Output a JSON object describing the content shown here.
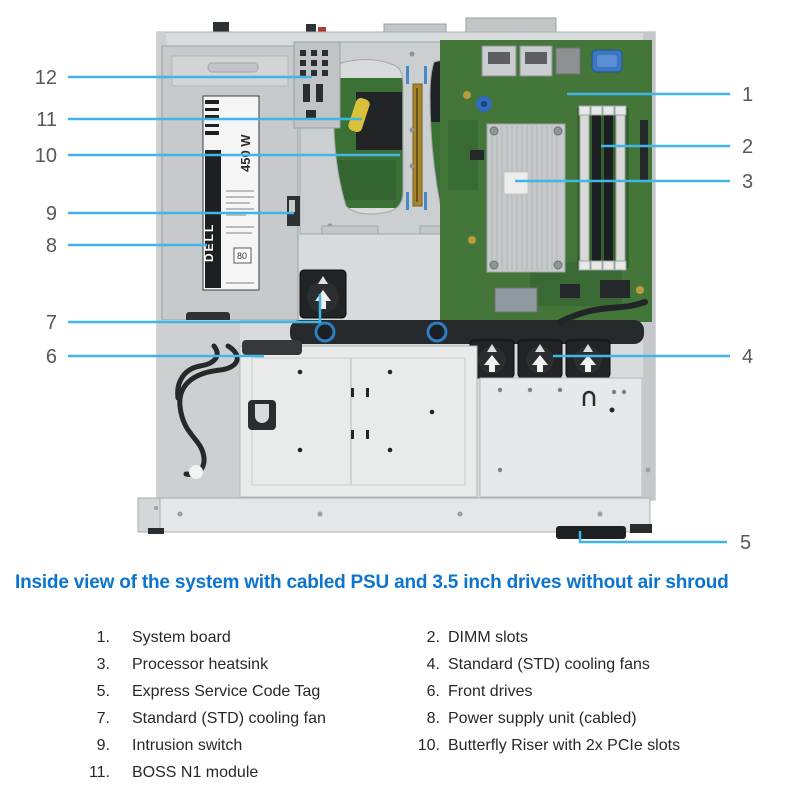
{
  "figure": {
    "caption": "Inside view of the system with cabled PSU and 3.5 inch drives without air shroud",
    "psu": {
      "brand": "DELL",
      "wattage": "450 W",
      "cert": "80"
    },
    "callouts": {
      "left": [
        {
          "number": "12"
        },
        {
          "number": "11"
        },
        {
          "number": "10"
        },
        {
          "number": "9"
        },
        {
          "number": "8"
        },
        {
          "number": "7"
        },
        {
          "number": "6"
        }
      ],
      "right": [
        {
          "number": "1"
        },
        {
          "number": "2"
        },
        {
          "number": "3"
        },
        {
          "number": "4"
        },
        {
          "number": "5"
        }
      ]
    }
  },
  "legend": {
    "left_column": [
      {
        "num": "1.",
        "label": "System board"
      },
      {
        "num": "3.",
        "label": "Processor heatsink"
      },
      {
        "num": "5.",
        "label": "Express Service Code Tag"
      },
      {
        "num": "7.",
        "label": "Standard (STD) cooling fan"
      },
      {
        "num": "9.",
        "label": "Intrusion switch"
      },
      {
        "num": "11.",
        "label": "BOSS N1 module"
      }
    ],
    "right_column": [
      {
        "num": "2.",
        "label": "DIMM slots"
      },
      {
        "num": "4.",
        "label": "Standard (STD) cooling fans"
      },
      {
        "num": "6.",
        "label": "Front drives"
      },
      {
        "num": "8.",
        "label": "Power supply unit (cabled)"
      },
      {
        "num": "10.",
        "label": "Butterfly Riser with 2x PCIe slots"
      }
    ]
  },
  "colors": {
    "callout_line": "#41b6e6",
    "callout_number": "#55595c",
    "caption": "#0d74ce",
    "chassis": "#d8dbdc",
    "pcb_green": "#44763a",
    "vga_blue": "#3c76c2"
  }
}
